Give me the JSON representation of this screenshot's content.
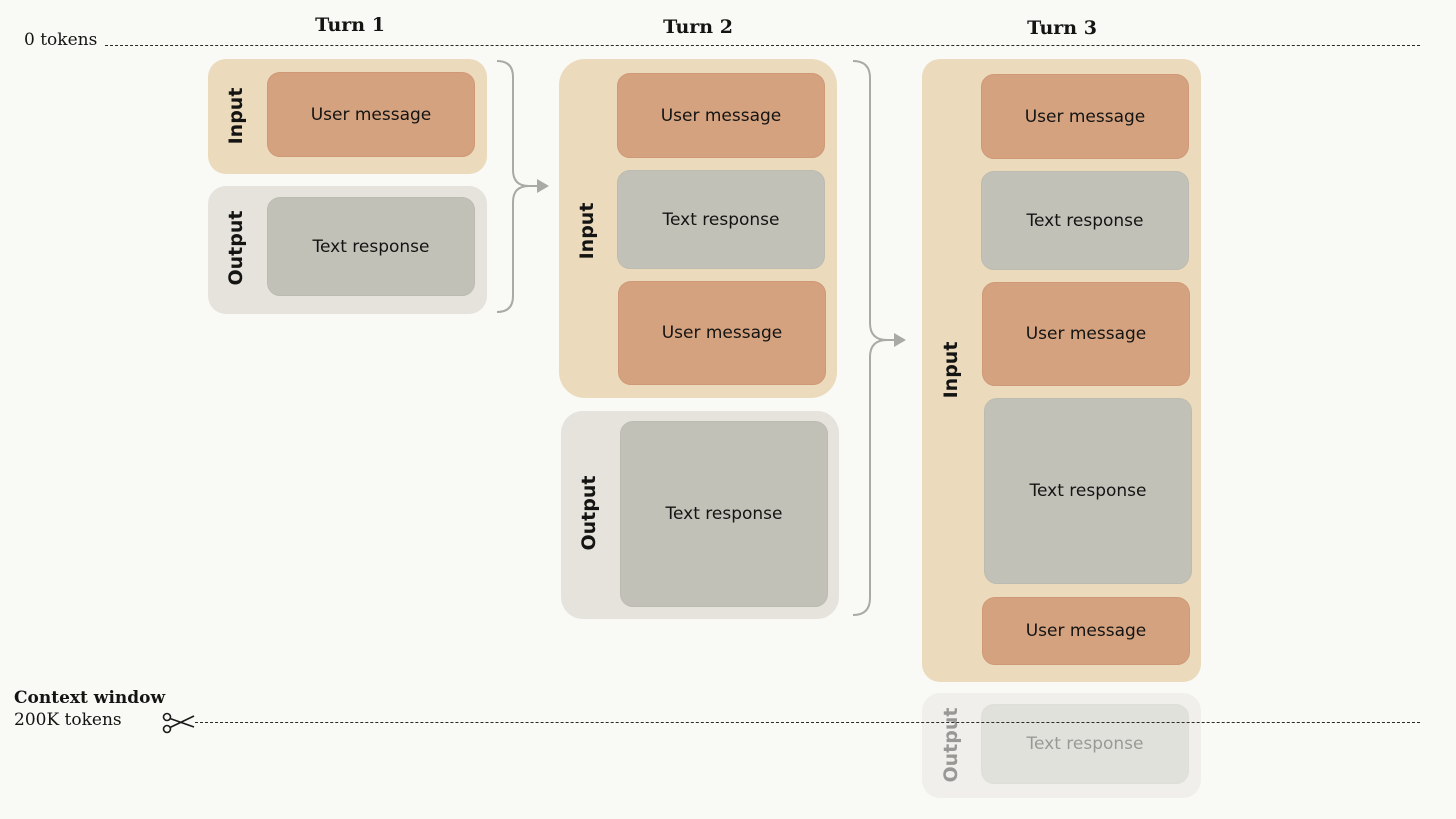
{
  "turns": [
    "Turn 1",
    "Turn 2",
    "Turn 3"
  ],
  "top_marker": "0 tokens",
  "context_window": {
    "title": "Context window",
    "limit": "200K tokens"
  },
  "labels": {
    "input": "Input",
    "output": "Output"
  },
  "blocks": {
    "user": "User message",
    "text": "Text response"
  },
  "colors": {
    "input_group": "#ebdbbc",
    "output_group": "#e6e3dd",
    "user_message": "#d4a27f",
    "text_response": "#c2c1b8",
    "arrow": "#a9a9a6"
  },
  "icons": {
    "cut": "scissors-icon"
  }
}
